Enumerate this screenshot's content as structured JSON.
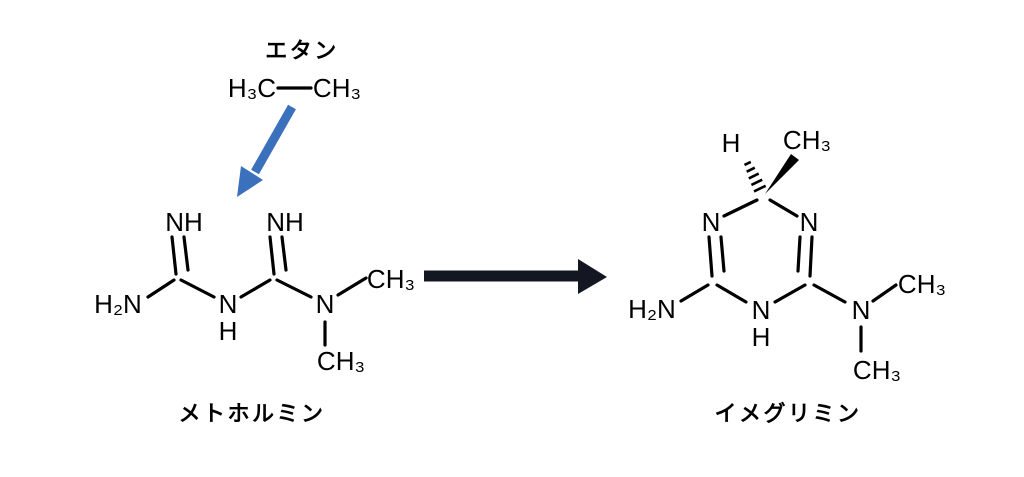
{
  "colors": {
    "bond": "#000000",
    "text": "#000000",
    "blue_arrow": "#3b70bd",
    "reaction_arrow": "#131722",
    "background": "#ffffff"
  },
  "ethane": {
    "name": "エタン",
    "left_group": "H₃C",
    "right_group": "CH₃"
  },
  "metformin": {
    "name": "メトホルミン",
    "imine_left": "NH",
    "imine_right": "NH",
    "amino": "H₂N",
    "central_nitrogen": "N",
    "central_hydrogen": "H",
    "tertiary_nitrogen": "N",
    "methyl_upper": "CH₃",
    "methyl_lower": "CH₃"
  },
  "imeglimin": {
    "name": "イメグリミン",
    "stereo_hydrogen": "H",
    "stereo_methyl": "CH₃",
    "ring_nitrogen_left": "N",
    "ring_nitrogen_right": "N",
    "amino": "H₂N",
    "ring_nh_nitrogen": "N",
    "ring_nh_hydrogen": "H",
    "tertiary_nitrogen": "N",
    "methyl_upper": "CH₃",
    "methyl_lower": "CH₃"
  }
}
